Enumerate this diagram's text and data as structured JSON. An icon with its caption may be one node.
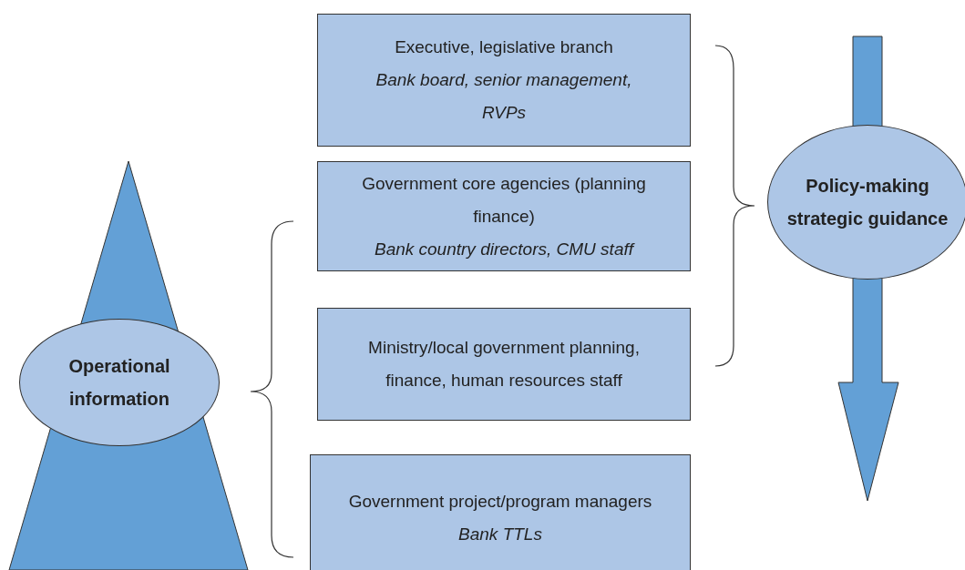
{
  "diagram": {
    "nodes": [
      {
        "text": [
          "Executive, legislative branch",
          "Bank board, senior management, RVPs"
        ]
      },
      {
        "text": [
          "Government core agencies (planning finance)",
          "Bank country directors, CMU staff"
        ]
      },
      {
        "text": [
          "Ministry/local government planning, finance, human resources staff"
        ]
      },
      {
        "text": [
          "Government project/program managers",
          "Bank TTLs"
        ]
      },
      {
        "text": [
          "Operational information"
        ]
      },
      {
        "text": [
          "Policy-making strategic guidance"
        ]
      }
    ],
    "edges": []
  }
}
